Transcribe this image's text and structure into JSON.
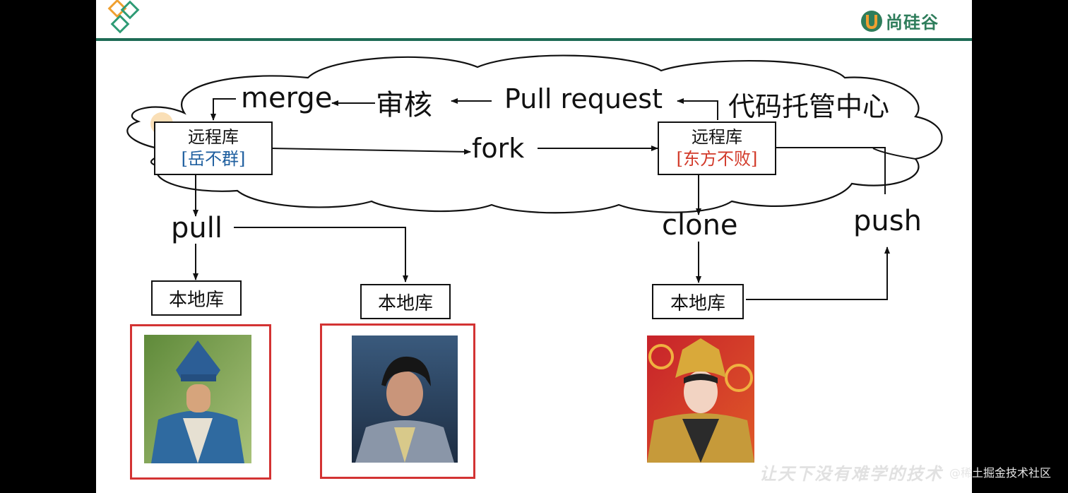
{
  "colors": {
    "header_line": "#1e6b55",
    "brand_green": "#2e7d5b",
    "brand_orange": "#f0a030",
    "source_owner": "#1f5f9f",
    "fork_owner": "#d23a2a",
    "photo_border": "#d33333"
  },
  "brand": {
    "name": "尚硅谷"
  },
  "cloud": {
    "label": "代码托管中心"
  },
  "flow": {
    "merge": "merge",
    "review": "审核",
    "pull_request": "Pull request",
    "fork": "fork",
    "pull": "pull",
    "clone": "clone",
    "push": "push"
  },
  "repos": {
    "origin": {
      "title": "远程库",
      "owner": "[岳不群]"
    },
    "fork": {
      "title": "远程库",
      "owner": "[东方不败]"
    }
  },
  "locals": [
    {
      "label": "本地库"
    },
    {
      "label": "本地库"
    },
    {
      "label": "本地库"
    }
  ],
  "slogan": "让天下没有难学的技术",
  "watermark": "@稀土掘金技术社区"
}
